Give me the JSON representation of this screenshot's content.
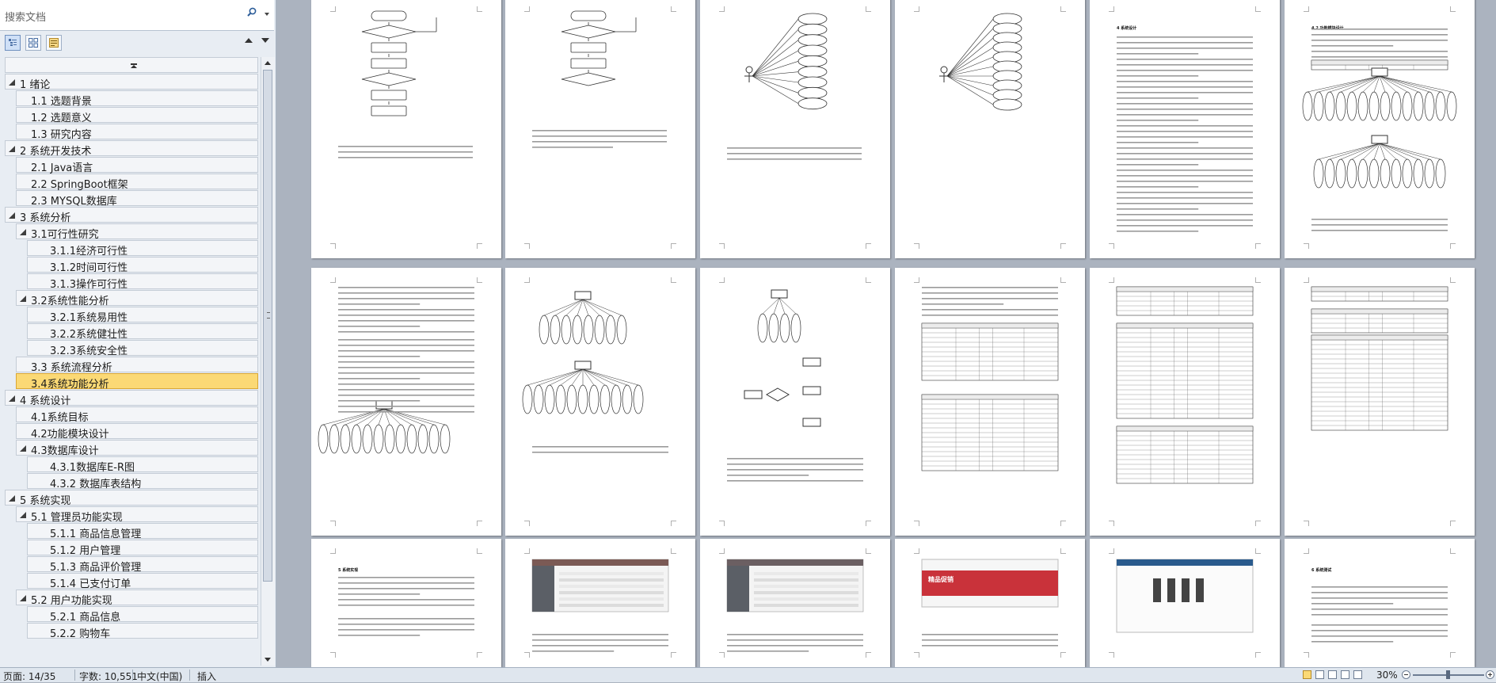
{
  "search": {
    "placeholder": "搜索文档"
  },
  "tree": [
    {
      "label": "1 绪论",
      "level": 1,
      "expanded": true
    },
    {
      "label": "1.1 选题背景",
      "level": 2
    },
    {
      "label": "1.2 选题意义",
      "level": 2
    },
    {
      "label": "1.3 研究内容",
      "level": 2
    },
    {
      "label": "2 系统开发技术",
      "level": 1,
      "expanded": true
    },
    {
      "label": "2.1 Java语言",
      "level": 2
    },
    {
      "label": "2.2 SpringBoot框架",
      "level": 2
    },
    {
      "label": "2.3 MYSQL数据库",
      "level": 2
    },
    {
      "label": "3 系统分析",
      "level": 1,
      "expanded": true
    },
    {
      "label": "3.1可行性研究",
      "level": 2,
      "expanded": true
    },
    {
      "label": "3.1.1经济可行性",
      "level": 3
    },
    {
      "label": "3.1.2时间可行性",
      "level": 3
    },
    {
      "label": "3.1.3操作可行性",
      "level": 3
    },
    {
      "label": "3.2系统性能分析",
      "level": 2,
      "expanded": true
    },
    {
      "label": "3.2.1系统易用性",
      "level": 3
    },
    {
      "label": "3.2.2系统健壮性",
      "level": 3
    },
    {
      "label": "3.2.3系统安全性",
      "level": 3
    },
    {
      "label": "3.3 系统流程分析",
      "level": 2
    },
    {
      "label": "3.4系统功能分析",
      "level": 2,
      "selected": true
    },
    {
      "label": "4 系统设计",
      "level": 1,
      "expanded": true
    },
    {
      "label": "4.1系统目标",
      "level": 2
    },
    {
      "label": "4.2功能模块设计",
      "level": 2
    },
    {
      "label": "4.3数据库设计",
      "level": 2,
      "expanded": true
    },
    {
      "label": "4.3.1数据库E-R图",
      "level": 3
    },
    {
      "label": "4.3.2 数据库表结构",
      "level": 3
    },
    {
      "label": "5 系统实现",
      "level": 1,
      "expanded": true
    },
    {
      "label": "5.1 管理员功能实现",
      "level": 2,
      "expanded": true
    },
    {
      "label": "5.1.1 商品信息管理",
      "level": 3
    },
    {
      "label": "5.1.2 用户管理",
      "level": 3
    },
    {
      "label": "5.1.3 商品评价管理",
      "level": 3
    },
    {
      "label": "5.1.4 已支付订单",
      "level": 3
    },
    {
      "label": "5.2 用户功能实现",
      "level": 2,
      "expanded": true
    },
    {
      "label": "5.2.1 商品信息",
      "level": 3
    },
    {
      "label": "5.2.2 购物车",
      "level": 3
    }
  ],
  "pages": {
    "headings": [
      "4 系统设计",
      "4.1 系统目标",
      "4.2 功能模块设计",
      "5 系统实现",
      "6 系统测试",
      "5.1 管理员功能实现",
      "5.2 用户功能实现"
    ],
    "banner_text": "精品促销"
  },
  "status": {
    "page": "页面: 14/35",
    "words": "字数: 10,551",
    "lang": "中文(中国)",
    "mode": "插入",
    "zoom": "30%"
  },
  "colors": {
    "selected_fill": "#fbd975",
    "nav_bg": "#e8edf3",
    "canvas_bg": "#abb3bf"
  }
}
